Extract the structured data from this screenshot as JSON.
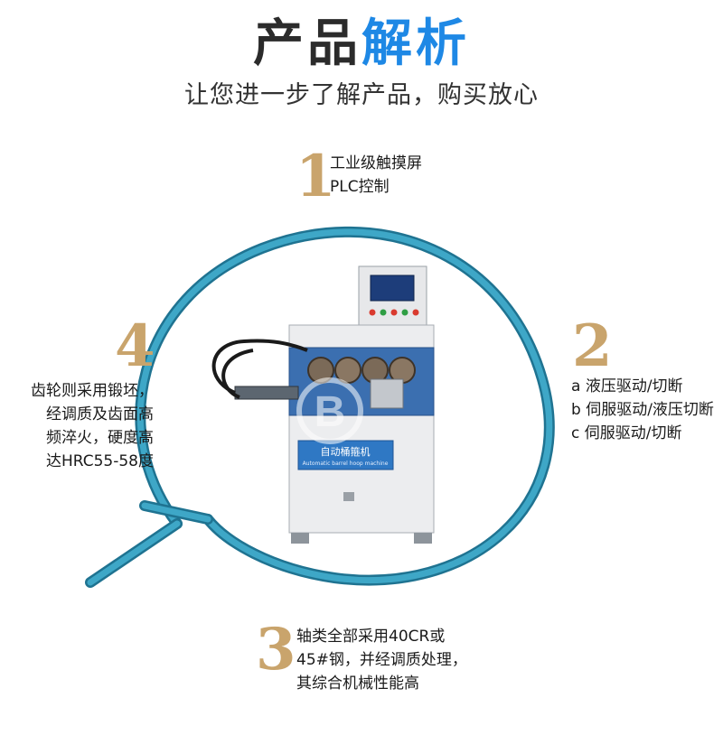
{
  "header": {
    "title_part1": "产品",
    "title_part2": "解析",
    "subtitle": "让您进一步了解产品，购买放心"
  },
  "features": [
    {
      "number": "1",
      "lines": [
        "工业级触摸屏",
        "PLC控制"
      ]
    },
    {
      "number": "2",
      "lines": [
        "a 液压驱动/切断",
        "b 伺服驱动/液压切断",
        "c 伺服驱动/切断"
      ]
    },
    {
      "number": "3",
      "lines": [
        "轴类全部采用40CR或",
        "45#钢，并经调质处理，",
        "其综合机械性能高"
      ]
    },
    {
      "number": "4",
      "lines": [
        "齿轮则采用锻坯，",
        "经调质及齿面高",
        "频淬火，硬度高",
        "达HRC55-58度"
      ]
    }
  ],
  "machine": {
    "panel_label": "自动桶箍机",
    "panel_sublabel": "Automatic barrel hoop machine",
    "watermark": "B"
  },
  "colors": {
    "accent_blue": "#1e88e5",
    "number_gold": "#c9a46c",
    "hoop_teal": "#2f95b5",
    "machine_blue": "#3b6fb0"
  }
}
